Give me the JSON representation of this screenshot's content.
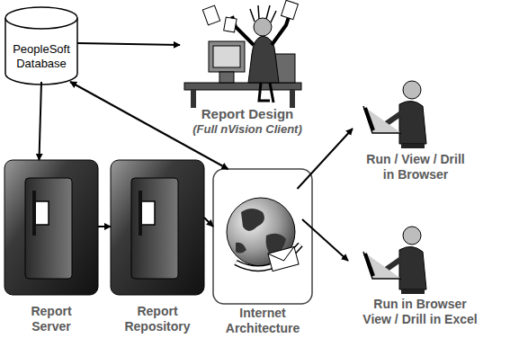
{
  "diagram": {
    "nodes": [
      {
        "text": [
          "PeopleSoft Database"
        ]
      },
      {
        "text": [
          "Report Design",
          "(Full nVision Client)"
        ]
      },
      {
        "text": [
          "Run / View / Drill in Browser"
        ]
      },
      {
        "text": [
          "Report Server"
        ]
      },
      {
        "text": [
          "Report Repository"
        ]
      },
      {
        "text": [
          "Internet Architecture"
        ]
      },
      {
        "text": [
          "Run in Browser View / Drill in Excel"
        ]
      }
    ],
    "edges": [
      {
        "from": 0,
        "to": 1,
        "arrow": "to"
      },
      {
        "from": 0,
        "to": 3,
        "arrow": "to"
      },
      {
        "from": 3,
        "to": 4,
        "arrow": "to"
      },
      {
        "from": 4,
        "to": 5,
        "arrow": "to"
      },
      {
        "from": 5,
        "to": 0,
        "arrow": "both"
      },
      {
        "from": 5,
        "to": 2,
        "arrow": "to"
      },
      {
        "from": 5,
        "to": 6,
        "arrow": "to"
      }
    ]
  }
}
